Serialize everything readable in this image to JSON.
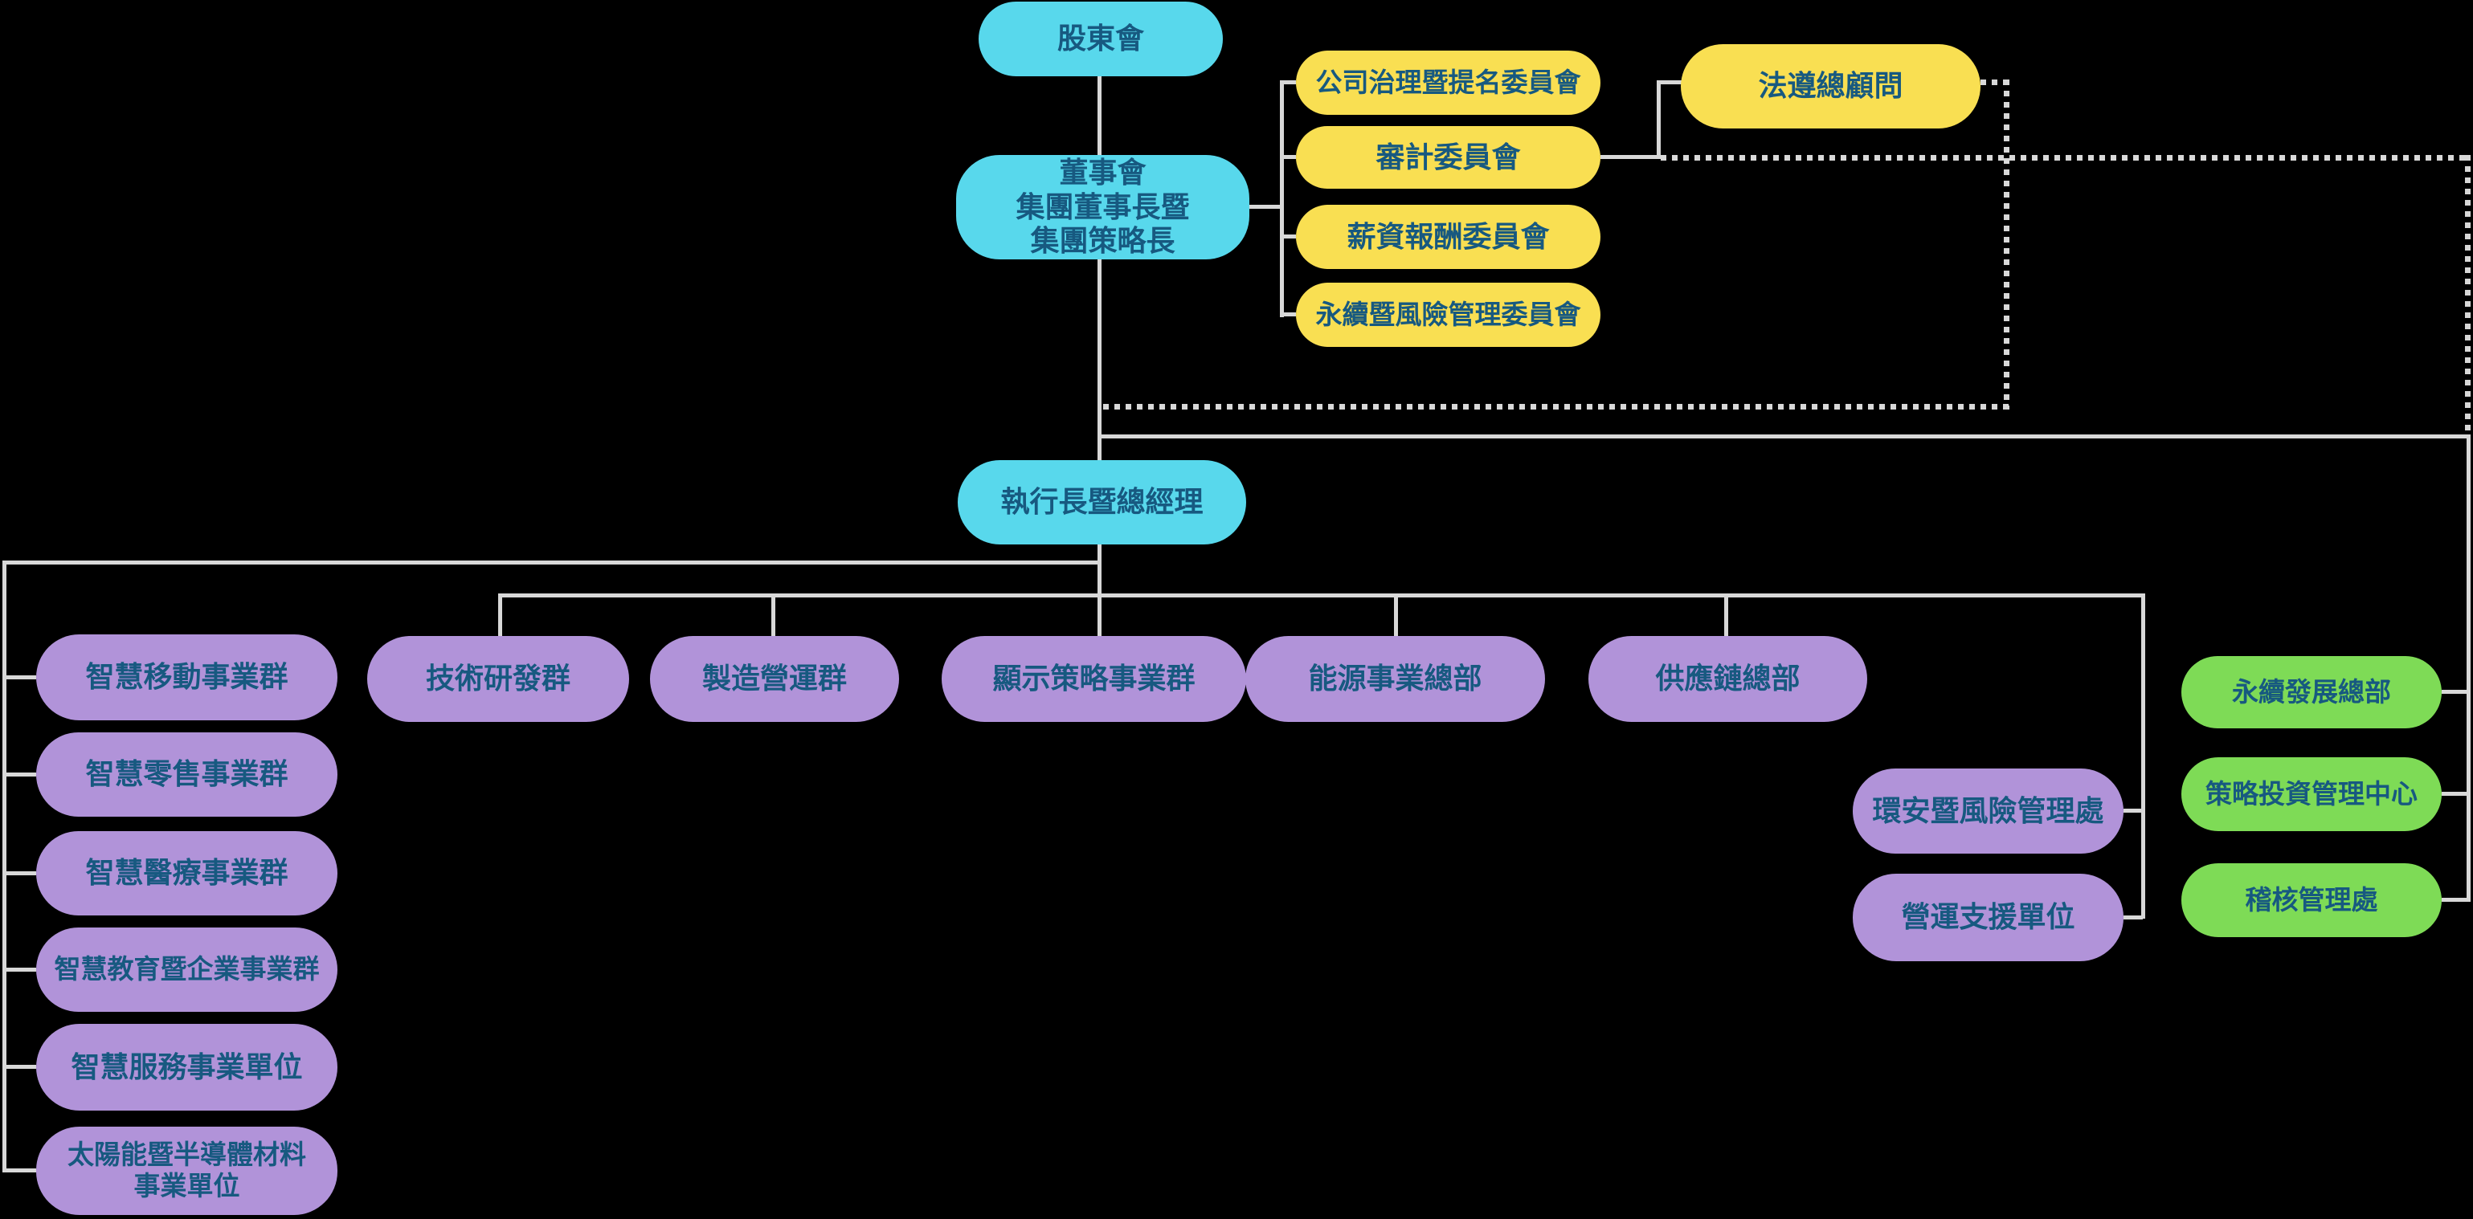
{
  "palette": {
    "bg": "#000000",
    "line": "#d8d8d8",
    "cyan": "#58d8ec",
    "yellow": "#f9df52",
    "purple": "#b193d9",
    "green": "#7edb56",
    "text": "#175980"
  },
  "diagram": {
    "type": "org-chart",
    "nodes": {
      "shareholders": {
        "label": "股東會",
        "color": "cyan"
      },
      "board": {
        "label": "董事會\n集團董事長暨\n集團策略長",
        "color": "cyan"
      },
      "ceo": {
        "label": "執行長暨總經理",
        "color": "cyan"
      },
      "governance_committee": {
        "label": "公司治理暨提名委員會",
        "color": "yellow"
      },
      "audit_committee": {
        "label": "審計委員會",
        "color": "yellow"
      },
      "compensation_committee": {
        "label": "薪資報酬委員會",
        "color": "yellow"
      },
      "esg_risk_committee": {
        "label": "永續暨風險管理委員會",
        "color": "yellow"
      },
      "chief_compliance_counsel": {
        "label": "法遵總顧問",
        "color": "yellow"
      },
      "smart_mobility_bg": {
        "label": "智慧移動事業群",
        "color": "purple"
      },
      "smart_retail_bg": {
        "label": "智慧零售事業群",
        "color": "purple"
      },
      "smart_medical_bg": {
        "label": "智慧醫療事業群",
        "color": "purple"
      },
      "smart_education_enterprise_bg": {
        "label": "智慧教育暨企業事業群",
        "color": "purple"
      },
      "smart_services_bu": {
        "label": "智慧服務事業單位",
        "color": "purple"
      },
      "solar_semiconductor_bu": {
        "label": "太陽能暨半導體材料\n事業單位",
        "color": "purple"
      },
      "tech_rd_group": {
        "label": "技術研發群",
        "color": "purple"
      },
      "manufacturing_ops_group": {
        "label": "製造營運群",
        "color": "purple"
      },
      "display_strategy_bg": {
        "label": "顯示策略事業群",
        "color": "purple"
      },
      "energy_business_hq": {
        "label": "能源事業總部",
        "color": "purple"
      },
      "supply_chain_hq": {
        "label": "供應鏈總部",
        "color": "purple"
      },
      "ehs_risk_mgmt_office": {
        "label": "環安暨風險管理處",
        "color": "purple"
      },
      "ops_support_unit": {
        "label": "營運支援單位",
        "color": "purple"
      },
      "sustainability_hq": {
        "label": "永續發展總部",
        "color": "green"
      },
      "strategic_investment_center": {
        "label": "策略投資管理中心",
        "color": "green"
      },
      "audit_mgmt_office": {
        "label": "稽核管理處",
        "color": "green"
      }
    }
  }
}
